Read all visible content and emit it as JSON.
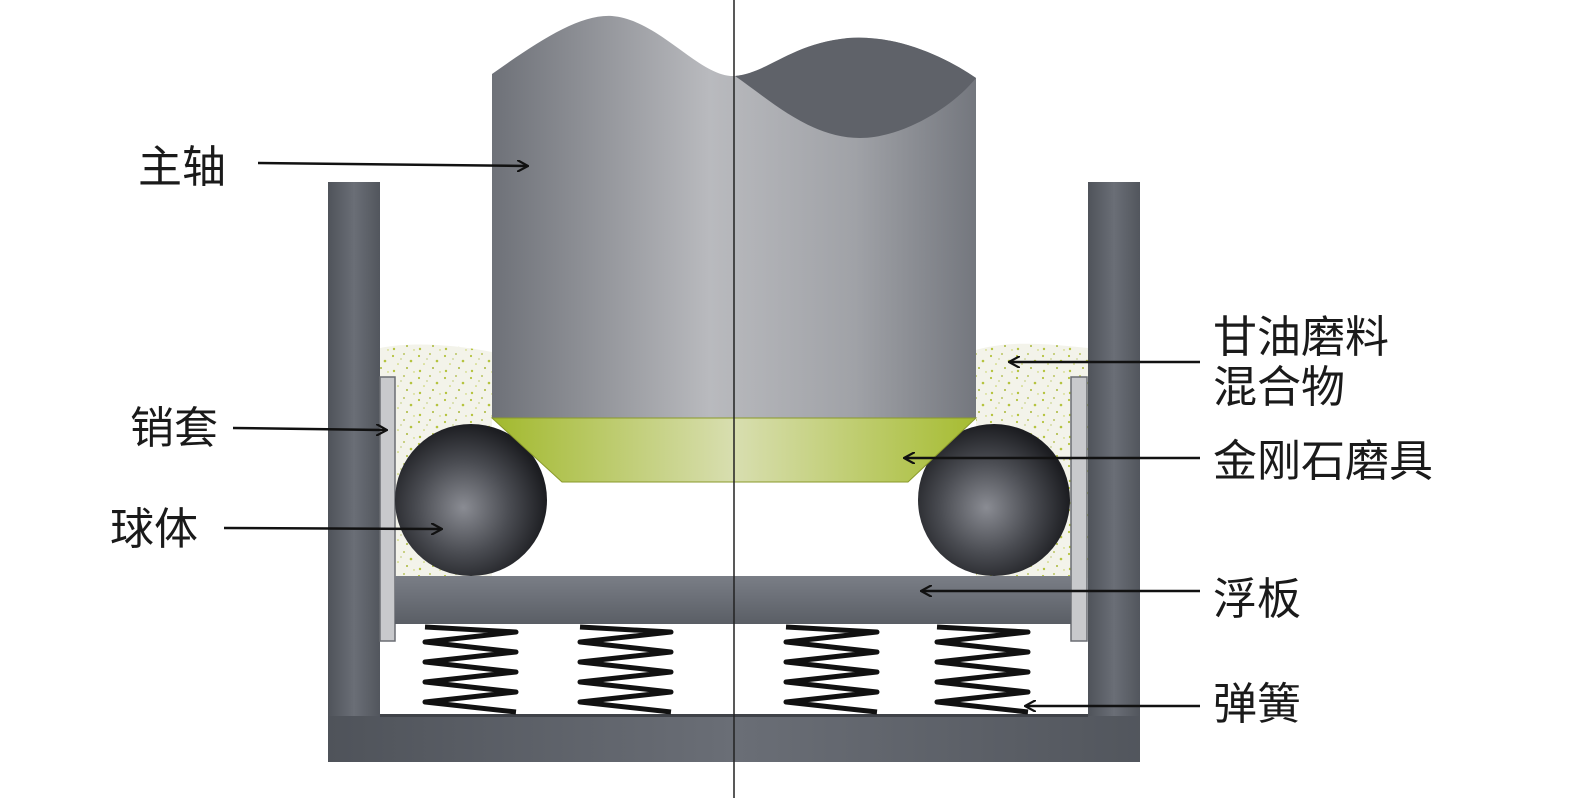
{
  "labels": {
    "spindle": "主轴",
    "grease_line1": "甘油磨料",
    "grease_line2": "混合物",
    "pin_sleeve": "销套",
    "diamond_tool": "金刚石磨具",
    "ball": "球体",
    "floating_plate": "浮板",
    "spring": "弹簧"
  },
  "colors": {
    "housing": "#5f636b",
    "spindle": "#a4a6ab",
    "diamond_tool": "#a9c13a",
    "mixture_speckle": "#b5c33f",
    "mixture_base": "#f2f2e8",
    "ball": "#3a3b40",
    "pin_sleeve": "#c8c9cc",
    "spring": "#111111"
  },
  "icons": {
    "spring": "coil-spring-icon",
    "ball": "sphere-icon"
  }
}
